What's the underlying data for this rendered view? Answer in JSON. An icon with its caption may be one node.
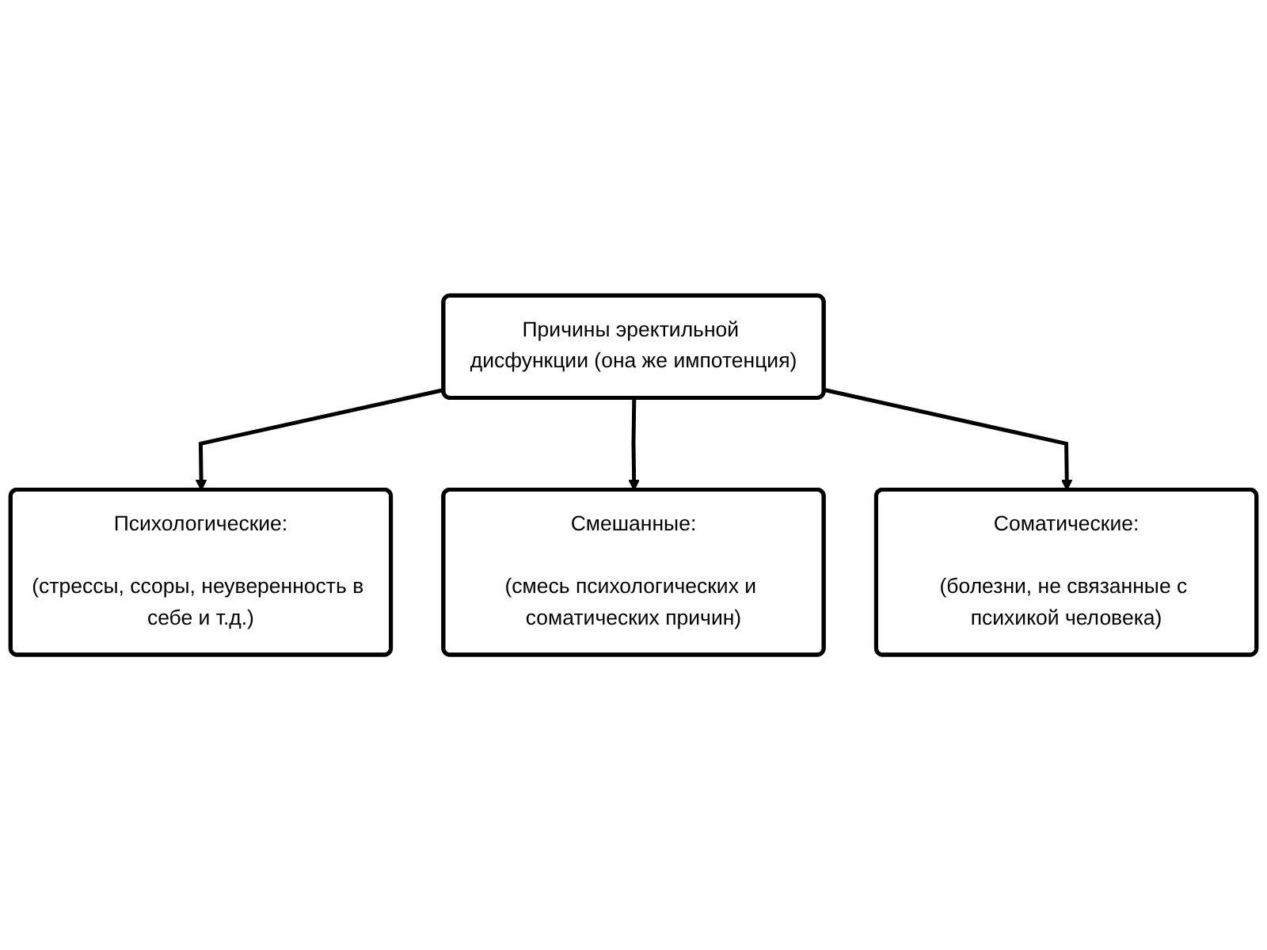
{
  "diagram": {
    "nodes": [
      {
        "text": [
          "Причины эректильной дисфункции (она же импотенция)"
        ]
      },
      {
        "text": [
          "Психологические:",
          "(стрессы, ссоры, неуверенность в себе и т.д.)"
        ]
      },
      {
        "text": [
          "Соматические:",
          "(болезни, не связанные с психикой человека)"
        ]
      },
      {
        "text": [
          "Смешанные:",
          "(смесь психологических и соматических причин)"
        ]
      }
    ],
    "edges": [
      {
        "from": 0,
        "to": 1,
        "arrow": "to"
      },
      {
        "from": 0,
        "to": 3,
        "arrow": "to"
      },
      {
        "from": 0,
        "to": 2,
        "arrow": "to"
      }
    ]
  }
}
